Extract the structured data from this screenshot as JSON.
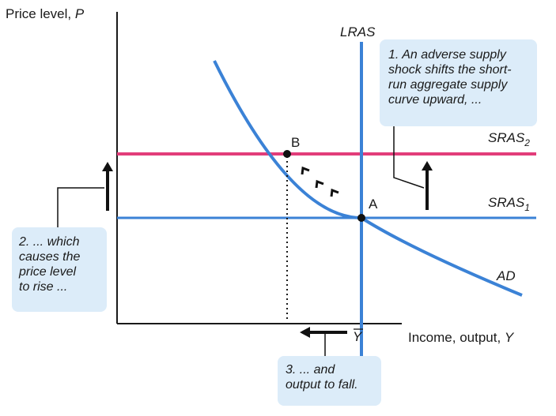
{
  "axes": {
    "y_label_text": "Price level, ",
    "y_label_var": "P",
    "x_label_text": "Income, output, ",
    "x_label_var": "Y",
    "ybar": "Y"
  },
  "curves": {
    "lras": "LRAS",
    "sras2_base": "SRAS",
    "sras2_sub": "2",
    "sras1_base": "SRAS",
    "sras1_sub": "1",
    "ad": "AD"
  },
  "points": {
    "a": "A",
    "b": "B"
  },
  "callouts": {
    "shock": [
      "1. An adverse supply",
      "shock shifts the short-",
      "run aggregate supply",
      "curve upward, ..."
    ],
    "price": [
      "2. ... which",
      "causes the",
      "price level",
      "to rise ..."
    ],
    "output": [
      "3. ... and",
      "output to fall."
    ]
  },
  "colors": {
    "sras_blue": "#3b82d6",
    "sras_pink": "#e23d7a",
    "callout_bg": "#dcecf9",
    "axis": "#1a1a1a"
  }
}
